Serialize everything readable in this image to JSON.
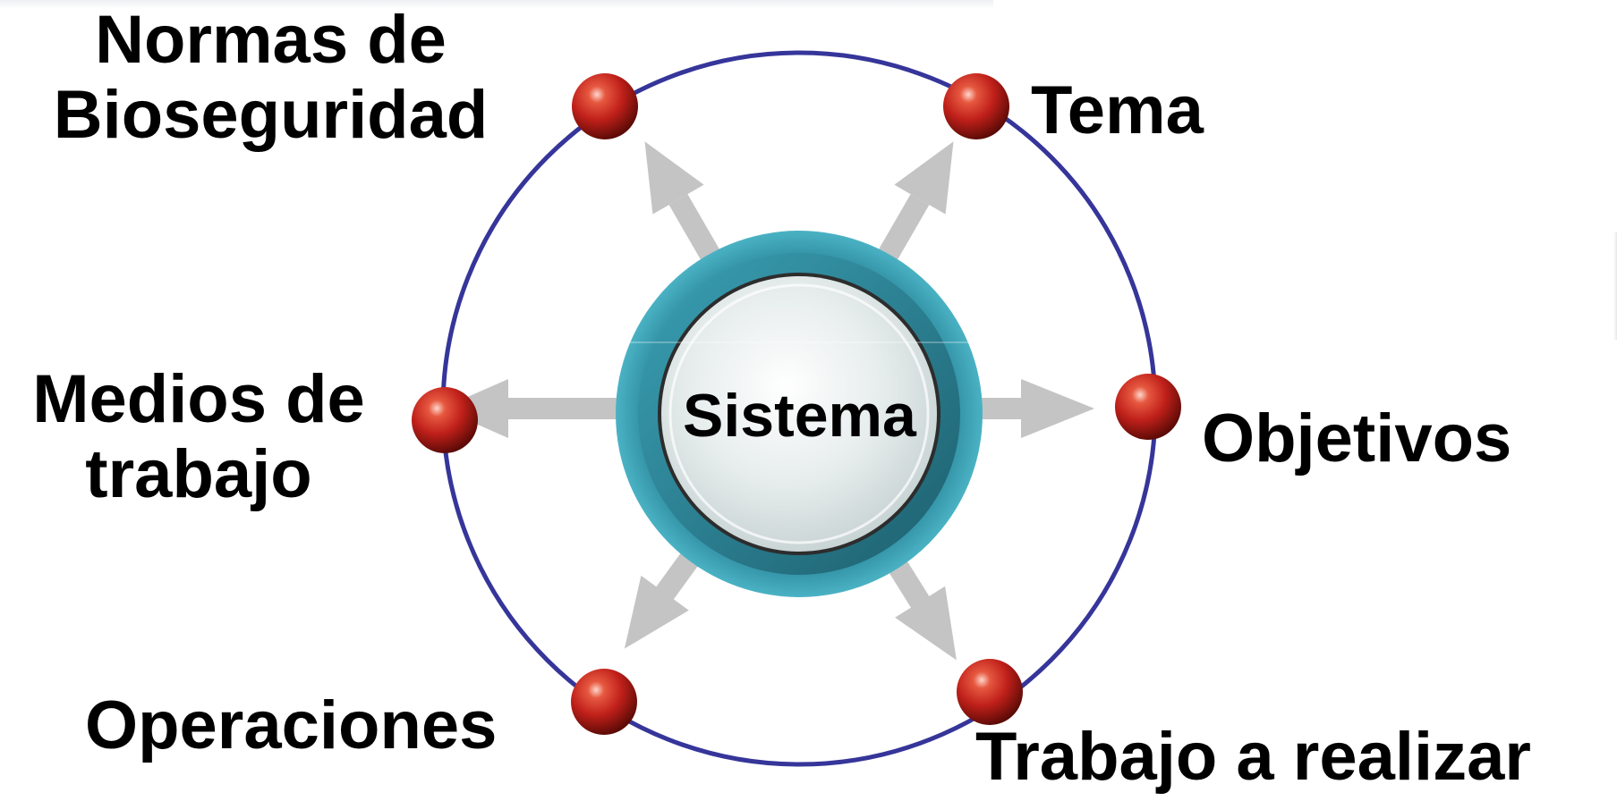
{
  "diagram": {
    "center_label": "Sistema",
    "nodes": [
      {
        "id": "normas",
        "label": "Normas de\nBioseguridad"
      },
      {
        "id": "tema",
        "label": "Tema"
      },
      {
        "id": "medios",
        "label": "Medios de\ntrabajo"
      },
      {
        "id": "objetivos",
        "label": "Objetivos"
      },
      {
        "id": "operaciones",
        "label": "Operaciones"
      },
      {
        "id": "trabajo",
        "label": "Trabajo a realizar"
      }
    ],
    "colors": {
      "ring": "#35359a",
      "node": "#c0201a",
      "hub": "#2e8fa3",
      "arrow": "#c4c4c4"
    }
  }
}
